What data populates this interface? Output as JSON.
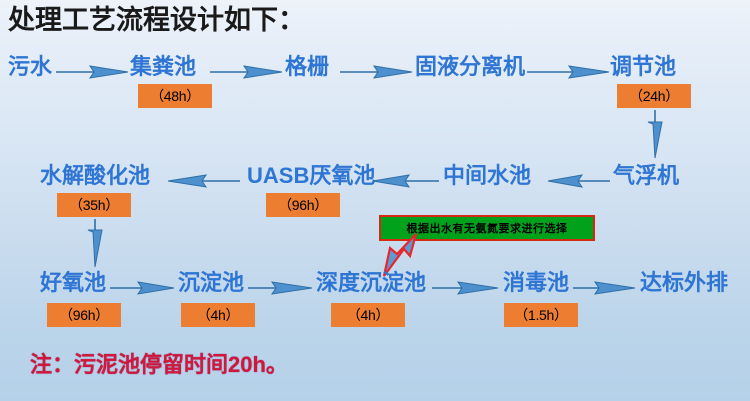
{
  "title": "处理工艺流程设计如下：",
  "colors": {
    "node_text": "#2E75D4",
    "hour_box_fill": "#ED7D31",
    "green_box_fill": "#00A21C",
    "green_box_border": "#D42A14",
    "note_text": "#D0193A",
    "arrow_fill": "#4E90CE",
    "arrow_stroke": "#2E6FA8",
    "bg_top": "#EEF3FA",
    "bg_bottom": "#B5D1E9"
  },
  "flow": {
    "row1": [
      {
        "label": "污水",
        "hours": null
      },
      {
        "label": "集粪池",
        "hours": "（48h）"
      },
      {
        "label": "格栅",
        "hours": null
      },
      {
        "label": "固液分离机",
        "hours": null
      },
      {
        "label": "调节池",
        "hours": "（24h）"
      }
    ],
    "row2": [
      {
        "label": "水解酸化池",
        "hours": "（35h）"
      },
      {
        "label": "UASB厌氧池",
        "hours": "（96h）"
      },
      {
        "label": "中间水池",
        "hours": null
      },
      {
        "label": "气浮机",
        "hours": null
      }
    ],
    "row3": [
      {
        "label": "好氧池",
        "hours": "（96h）"
      },
      {
        "label": "沉淀池",
        "hours": "（4h）"
      },
      {
        "label": "深度沉淀池",
        "hours": "（4h）"
      },
      {
        "label": "消毒池",
        "hours": "（1.5h）"
      },
      {
        "label": "达标外排",
        "hours": null
      }
    ]
  },
  "callout": {
    "text": "根据出水有无氨氮要求进行选择"
  },
  "note": {
    "text": "注：污泥池停留时间20h。"
  }
}
